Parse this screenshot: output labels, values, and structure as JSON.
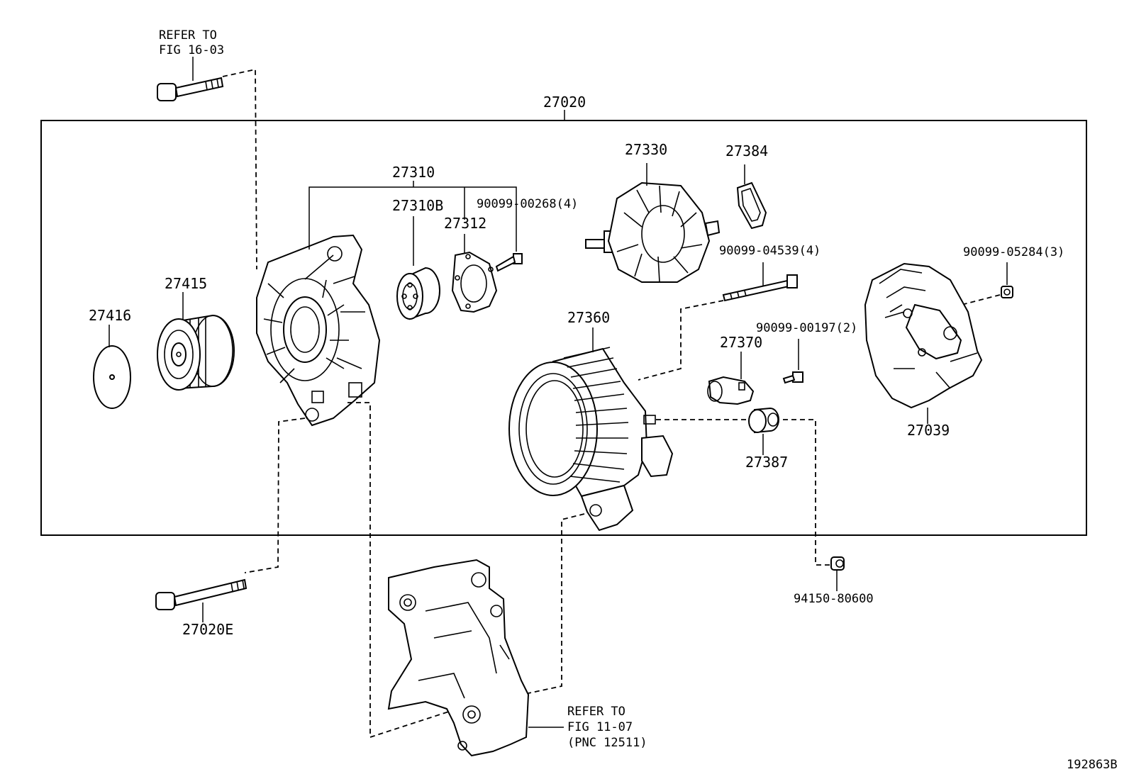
{
  "figure_id": "192863B",
  "labels": {
    "assembly": "27020",
    "rotor": "27330",
    "rotor_ring": "27384",
    "housing": "27310",
    "bearing": "27310B",
    "retainer": "27312",
    "screw_4": "90099-00268(4)",
    "thru_bolt": "90099-04539(4)",
    "nut_3": "90099-05284(3)",
    "stator": "27360",
    "screw_2": "90099-00197(2)",
    "regulator": "27370",
    "rear_cover": "27039",
    "insulator": "27387",
    "pulley": "27415",
    "pulley_cap": "27416",
    "bolt_e": "27020E",
    "nut_bottom": "94150-80600"
  },
  "refs": {
    "top_line1": "REFER TO",
    "top_line2": "FIG 16-03",
    "bottom_line1": "REFER TO",
    "bottom_line2": "FIG 11-07",
    "bottom_line3": "(PNC 12511)"
  }
}
